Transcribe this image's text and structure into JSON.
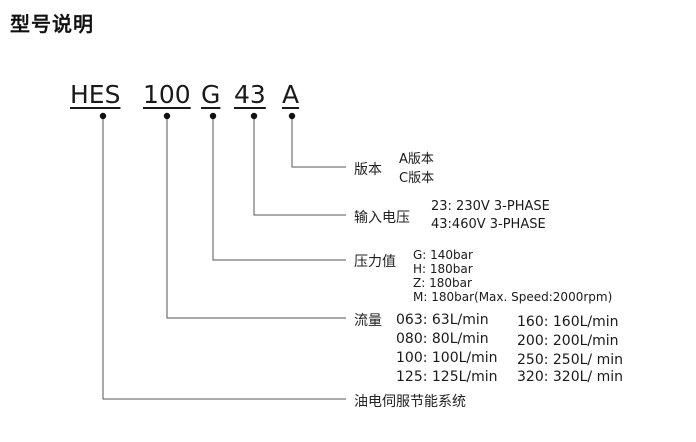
{
  "title": "型号说明",
  "model_code": {
    "series": "HES",
    "flow_code": "100",
    "pressure_code": "G",
    "voltage_code": "43",
    "version_code": "A"
  },
  "version": {
    "label": "版本",
    "options": [
      "A版本",
      "C版本"
    ]
  },
  "voltage": {
    "label": "输入电压",
    "options": [
      "23: 230V 3-PHASE",
      "43:460V 3-PHASE"
    ]
  },
  "pressure": {
    "label": "压力值",
    "options": [
      "G: 140bar",
      "H: 180bar",
      "Z: 180bar",
      "M: 180bar(Max. Speed:2000rpm)"
    ]
  },
  "flow": {
    "label": "流量",
    "left": [
      "063: 63L/min",
      "080: 80L/min",
      "100: 100L/min",
      "125: 125L/min"
    ],
    "right": [
      "160: 160L/min",
      "200: 200L/min",
      "250: 250L/ min",
      "320: 320L/ min"
    ]
  },
  "system": {
    "label": "油电伺服节能系统"
  }
}
